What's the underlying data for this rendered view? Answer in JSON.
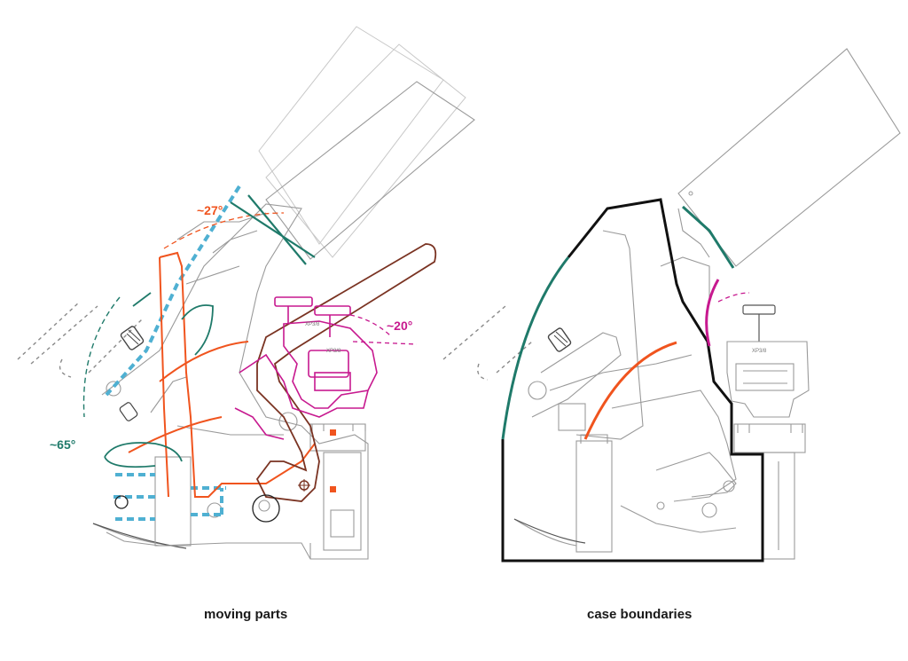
{
  "colors": {
    "outline": "#9a9a9a",
    "teal": "#1f7a6a",
    "orange": "#f0541e",
    "magenta": "#c7198f",
    "brown": "#7a3322",
    "blue_dashed": "#4fb0d2",
    "boundary_black": "#111111"
  },
  "panels": [
    {
      "id": "moving-parts",
      "caption": "moving parts",
      "angles": [
        {
          "label": "~27°",
          "color": "#f0541e"
        },
        {
          "label": "~20°",
          "color": "#c7198f"
        },
        {
          "label": "~65°",
          "color": "#1f7a6a"
        }
      ],
      "print_labels": [
        "XP3/8",
        "XP3/8"
      ]
    },
    {
      "id": "case-boundaries",
      "caption": "case boundaries",
      "print_labels": [
        "XP3/8"
      ]
    }
  ]
}
